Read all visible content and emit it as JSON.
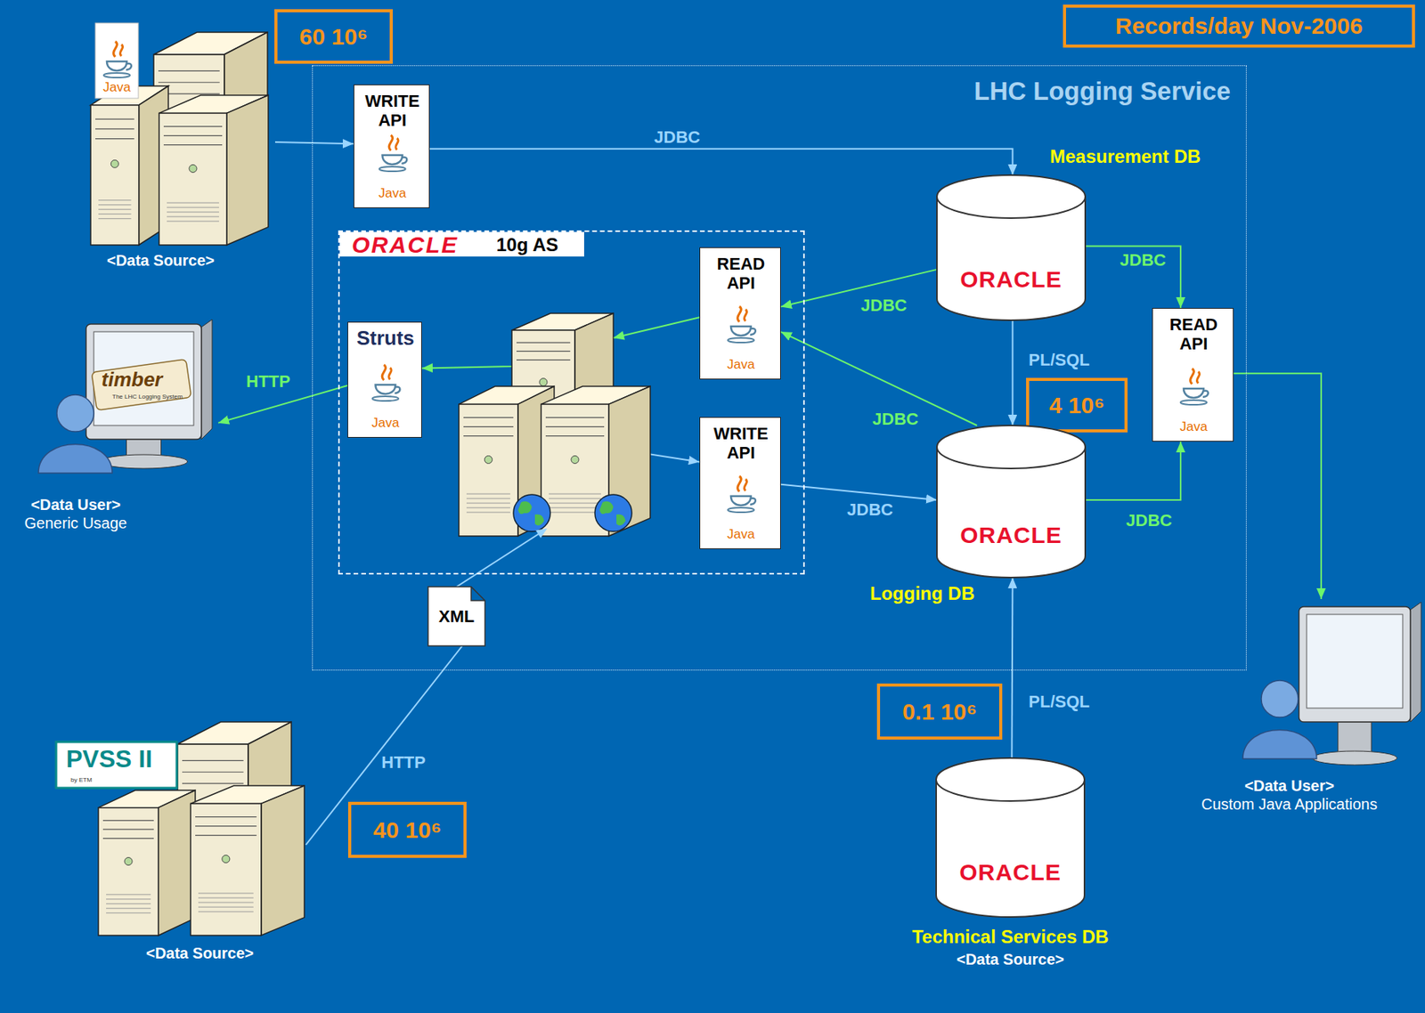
{
  "diagram": {
    "nodes": [
      {
        "text": [
          "Records/day Nov-2006"
        ]
      },
      {
        "text": [
          "Java",
          "<Data Source>"
        ]
      },
      {
        "text": [
          "60 10⁶"
        ]
      },
      {
        "text": [
          "LHC Logging Service"
        ]
      },
      {
        "text": [
          "WRITE API",
          "Java"
        ],
        "in": 3
      },
      {
        "text": [
          "ORACLE",
          "10g AS"
        ],
        "in": 3
      },
      {
        "text": [
          "READ API",
          "Java"
        ],
        "in": 5
      },
      {
        "text": [
          "Struts",
          "Java"
        ],
        "in": 5
      },
      {
        "text": [
          "WRITE API",
          "Java"
        ],
        "in": 5
      },
      {
        "text": [
          "Measurement DB",
          "ORACLE"
        ],
        "in": 3
      },
      {
        "text": [
          "READ API",
          "Java"
        ],
        "in": 3
      },
      {
        "text": [
          "4 10⁶"
        ],
        "in": 3
      },
      {
        "text": [
          "ORACLE",
          "Logging DB"
        ],
        "in": 3
      },
      {
        "text": [
          "XML"
        ],
        "in": 3
      },
      {
        "text": [
          "<Data User>",
          "Generic Usage"
        ]
      },
      {
        "text": [
          "<Data Source>"
        ]
      },
      {
        "text": [
          "40 10⁶"
        ]
      },
      {
        "text": [
          "0.1 10⁶"
        ]
      },
      {
        "text": [
          "ORACLE",
          "Technical Services DB",
          "<Data Source>"
        ]
      },
      {
        "text": [
          "<Data User>",
          "Custom Java Applications"
        ]
      }
    ],
    "edges": [
      {
        "from": 1,
        "to": 4,
        "arrow": "to"
      },
      {
        "from": 4,
        "to": 9,
        "label": "JDBC",
        "arrow": "to"
      },
      {
        "from": 9,
        "to": 6,
        "label": "JDBC",
        "arrow": "to"
      },
      {
        "from": 12,
        "to": 6,
        "label": "JDBC",
        "arrow": "to"
      },
      {
        "from": 6,
        "to": 7,
        "arrow": "to"
      },
      {
        "from": 7,
        "to": 14,
        "label": "HTTP",
        "arrow": "to"
      },
      {
        "from": 15,
        "to": 13,
        "label": "HTTP",
        "arrow": "none"
      },
      {
        "from": 13,
        "to": 8,
        "arrow": "to"
      },
      {
        "from": 8,
        "to": 12,
        "label": "JDBC",
        "arrow": "to"
      },
      {
        "from": 9,
        "to": 12,
        "label": "PL/SQL",
        "arrow": "to"
      },
      {
        "from": 9,
        "to": 10,
        "label": "JDBC",
        "arrow": "to"
      },
      {
        "from": 12,
        "to": 10,
        "label": "JDBC",
        "arrow": "to"
      },
      {
        "from": 10,
        "to": 19,
        "arrow": "to"
      },
      {
        "from": 18,
        "to": 12,
        "label": "PL/SQL",
        "arrow": "to"
      }
    ],
    "labels": [
      "timber",
      "The LHC Logging System",
      "PVSS II",
      "by ETM"
    ]
  }
}
